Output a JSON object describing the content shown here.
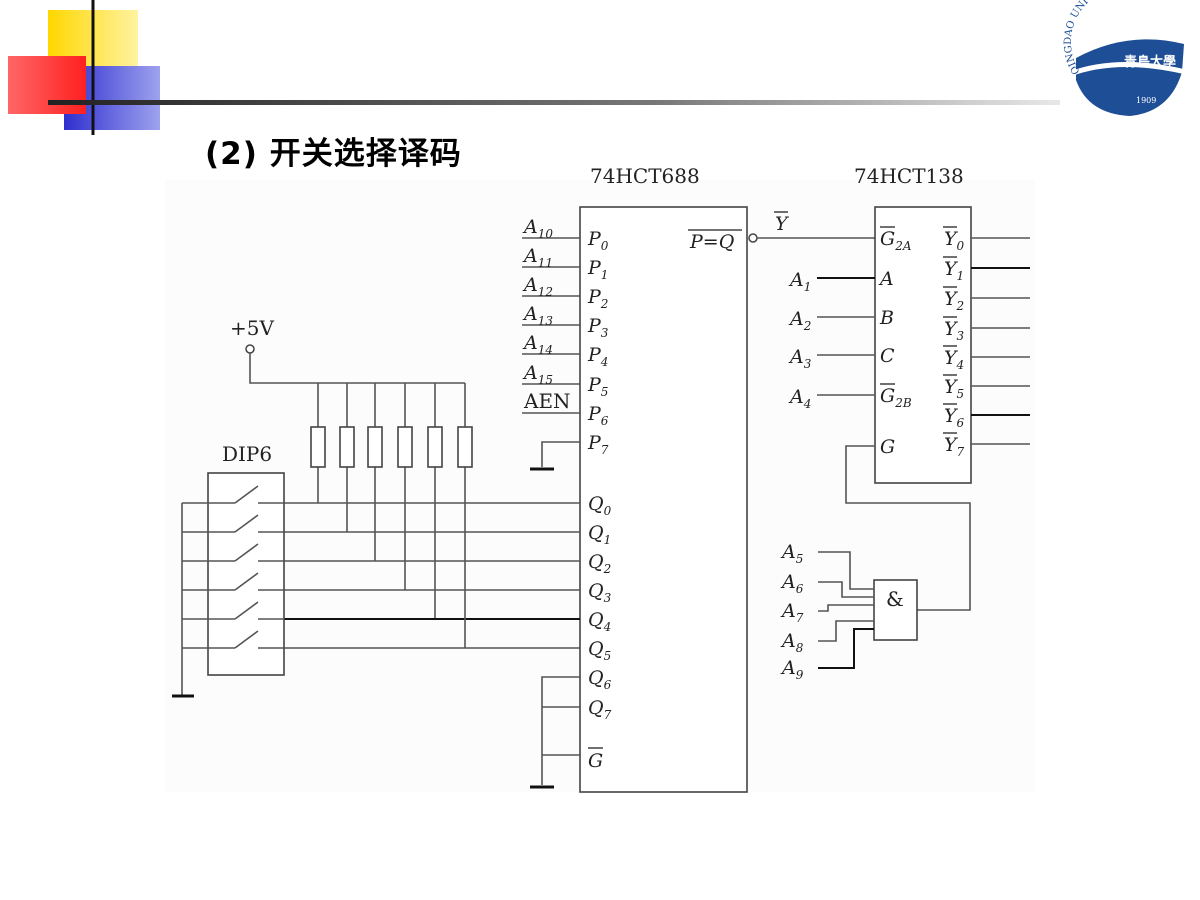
{
  "slide": {
    "title": "(2) 开关选择译码"
  },
  "logo": {
    "text": "QINGDAO UNIVERSITY",
    "year": "1909",
    "chinese": "青島大學"
  },
  "diagram": {
    "chip1": {
      "name": "74HCT688",
      "left_pins": [
        {
          "label": "P",
          "sub": "0",
          "signal": "A",
          "signal_sub": "10"
        },
        {
          "label": "P",
          "sub": "1",
          "signal": "A",
          "signal_sub": "11"
        },
        {
          "label": "P",
          "sub": "2",
          "signal": "A",
          "signal_sub": "12"
        },
        {
          "label": "P",
          "sub": "3",
          "signal": "A",
          "signal_sub": "13"
        },
        {
          "label": "P",
          "sub": "4",
          "signal": "A",
          "signal_sub": "14"
        },
        {
          "label": "P",
          "sub": "5",
          "signal": "A",
          "signal_sub": "15"
        },
        {
          "label": "P",
          "sub": "6",
          "signal": "AEN",
          "signal_sub": ""
        },
        {
          "label": "P",
          "sub": "7",
          "signal": "",
          "signal_sub": ""
        }
      ],
      "q_pins": [
        {
          "label": "Q",
          "sub": "0"
        },
        {
          "label": "Q",
          "sub": "1"
        },
        {
          "label": "Q",
          "sub": "2"
        },
        {
          "label": "Q",
          "sub": "3"
        },
        {
          "label": "Q",
          "sub": "4"
        },
        {
          "label": "Q",
          "sub": "5"
        },
        {
          "label": "Q",
          "sub": "6"
        },
        {
          "label": "Q",
          "sub": "7"
        }
      ],
      "g_pin": "G",
      "output": "P=Q",
      "output_net": "Y"
    },
    "chip2": {
      "name": "74HCT138",
      "inputs": [
        {
          "label": "G",
          "sub": "2A",
          "overline": true,
          "signal": "",
          "signal_sub": ""
        },
        {
          "label": "A",
          "sub": "",
          "overline": false,
          "signal": "A",
          "signal_sub": "1"
        },
        {
          "label": "B",
          "sub": "",
          "overline": false,
          "signal": "A",
          "signal_sub": "2"
        },
        {
          "label": "C",
          "sub": "",
          "overline": false,
          "signal": "A",
          "signal_sub": "3"
        },
        {
          "label": "G",
          "sub": "2B",
          "overline": true,
          "signal": "A",
          "signal_sub": "4"
        },
        {
          "label": "G",
          "sub": "",
          "overline": false,
          "signal": "",
          "signal_sub": ""
        }
      ],
      "outputs": [
        {
          "label": "Y",
          "sub": "0"
        },
        {
          "label": "Y",
          "sub": "1"
        },
        {
          "label": "Y",
          "sub": "2"
        },
        {
          "label": "Y",
          "sub": "3"
        },
        {
          "label": "Y",
          "sub": "4"
        },
        {
          "label": "Y",
          "sub": "5"
        },
        {
          "label": "Y",
          "sub": "6"
        },
        {
          "label": "Y",
          "sub": "7"
        }
      ]
    },
    "and_gate": {
      "symbol": "&",
      "inputs": [
        {
          "signal": "A",
          "signal_sub": "5"
        },
        {
          "signal": "A",
          "signal_sub": "6"
        },
        {
          "signal": "A",
          "signal_sub": "7"
        },
        {
          "signal": "A",
          "signal_sub": "8"
        },
        {
          "signal": "A",
          "signal_sub": "9"
        }
      ]
    },
    "supply": "+5V",
    "switch_block": "DIP6"
  },
  "colors": {
    "deco_yellow": "#ffd700",
    "deco_red": "#ff3333",
    "deco_blue": "#3333cc",
    "logo_blue": "#1d4e96"
  }
}
